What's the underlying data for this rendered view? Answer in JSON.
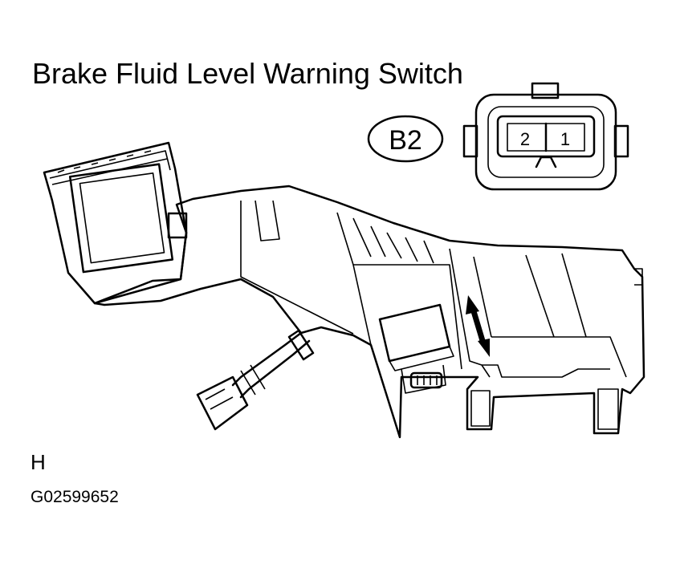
{
  "title": "Brake Fluid Level Warning Switch",
  "connector": {
    "badge": "B2",
    "pins": [
      "2",
      "1"
    ]
  },
  "view_label": "H",
  "figure_code": "G02599652",
  "colors": {
    "line": "#000000",
    "background": "#ffffff"
  }
}
